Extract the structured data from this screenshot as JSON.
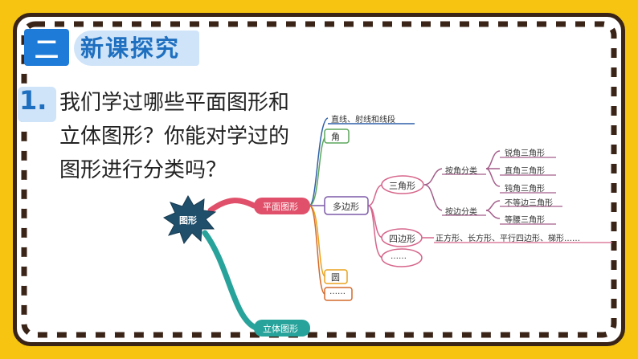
{
  "section": {
    "number": "二",
    "title": "新课探究"
  },
  "question": {
    "number": "1.",
    "text": "我们学过哪些平面图形和立体图形？你能对学过的图形进行分类吗？"
  },
  "mindmap": {
    "root": "图形",
    "plane": "平面图形",
    "solid": "立体图形",
    "line_item": "直线、射线和线段",
    "angle": "角",
    "polygon": "多边形",
    "circle": "圆",
    "more1": "……",
    "triangle": "三角形",
    "quad": "四边形",
    "more2": "……",
    "by_angle": "按角分类",
    "by_side": "按边分类",
    "acute": "锐角三角形",
    "right": "直角三角形",
    "obtuse": "钝角三角形",
    "scalene": "不等边三角形",
    "isosceles": "等腰三角形",
    "quad_list": "正方形、长方形、平行四边形、梯形……"
  }
}
